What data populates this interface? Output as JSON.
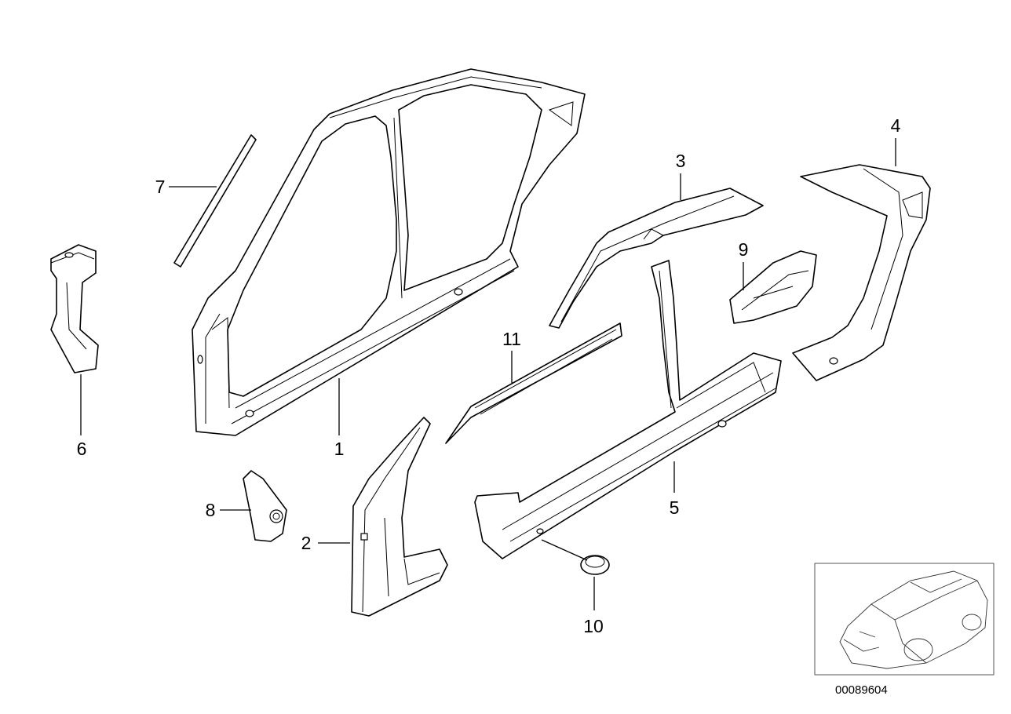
{
  "callouts": {
    "c1": "1",
    "c2": "2",
    "c3": "3",
    "c4": "4",
    "c5": "5",
    "c6": "6",
    "c7": "7",
    "c8": "8",
    "c9": "9",
    "c10": "10",
    "c11": "11"
  },
  "reference_number": "00089604"
}
